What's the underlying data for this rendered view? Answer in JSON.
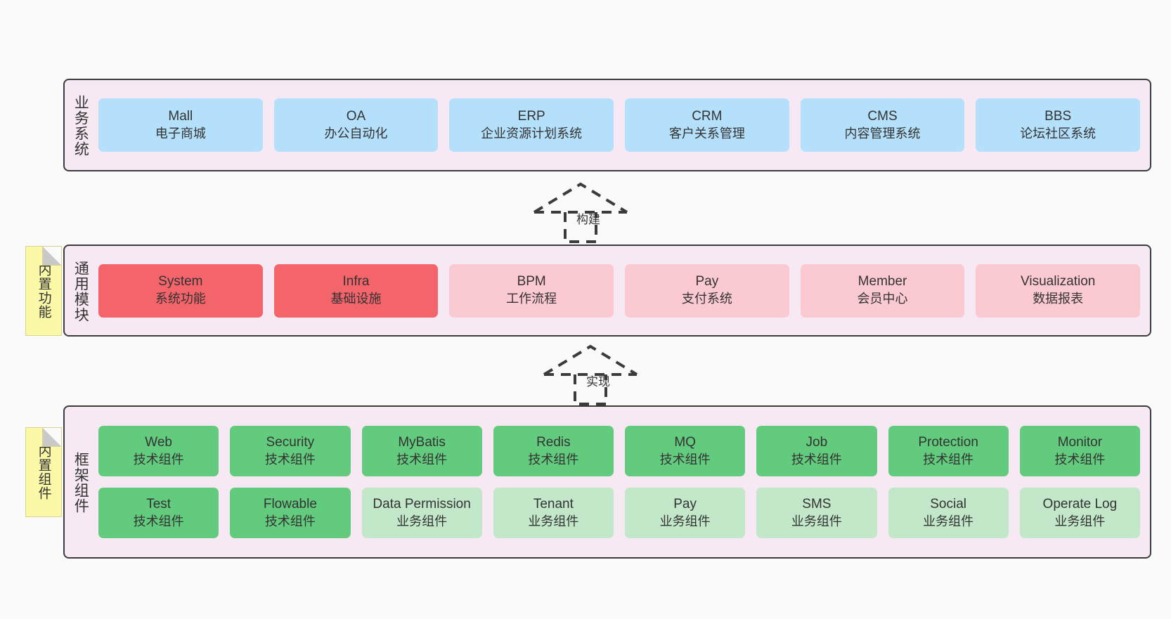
{
  "diagram": {
    "background": "#fafafa",
    "layer_fill": "#f7e9f3",
    "layer_border": "#3b3b3b",
    "sticky_fill": "#fbf8a8",
    "colors": {
      "business": "#b5e0fb",
      "module_core": "#f4646b",
      "module_optional": "#fbc9d1",
      "component_tech": "#63cb7e",
      "component_business": "#c2e8c9"
    }
  },
  "layers": [
    {
      "id": "business",
      "title": "业务系统",
      "rows": [
        {
          "cards": [
            {
              "en": "Mall",
              "cn": "电子商城",
              "style": "c-blue"
            },
            {
              "en": "OA",
              "cn": "办公自动化",
              "style": "c-blue"
            },
            {
              "en": "ERP",
              "cn": "企业资源计划系统",
              "style": "c-blue"
            },
            {
              "en": "CRM",
              "cn": "客户关系管理",
              "style": "c-blue"
            },
            {
              "en": "CMS",
              "cn": "内容管理系统",
              "style": "c-blue"
            },
            {
              "en": "BBS",
              "cn": "论坛社区系统",
              "style": "c-blue"
            }
          ]
        }
      ]
    },
    {
      "id": "common",
      "title": "通用模块",
      "sticky": "内置功能",
      "rows": [
        {
          "cards": [
            {
              "en": "System",
              "cn": "系统功能",
              "style": "c-red"
            },
            {
              "en": "Infra",
              "cn": "基础设施",
              "style": "c-red"
            },
            {
              "en": "BPM",
              "cn": "工作流程",
              "style": "c-pink"
            },
            {
              "en": "Pay",
              "cn": "支付系统",
              "style": "c-pink"
            },
            {
              "en": "Member",
              "cn": "会员中心",
              "style": "c-pink"
            },
            {
              "en": "Visualization",
              "cn": "数据报表",
              "style": "c-pink"
            }
          ]
        }
      ]
    },
    {
      "id": "framework",
      "title": "框架组件",
      "sticky": "内置组件",
      "rows": [
        {
          "cards": [
            {
              "en": "Web",
              "cn": "技术组件",
              "style": "c-green"
            },
            {
              "en": "Security",
              "cn": "技术组件",
              "style": "c-green"
            },
            {
              "en": "MyBatis",
              "cn": "技术组件",
              "style": "c-green"
            },
            {
              "en": "Redis",
              "cn": "技术组件",
              "style": "c-green"
            },
            {
              "en": "MQ",
              "cn": "技术组件",
              "style": "c-green"
            },
            {
              "en": "Job",
              "cn": "技术组件",
              "style": "c-green"
            },
            {
              "en": "Protection",
              "cn": "技术组件",
              "style": "c-green"
            },
            {
              "en": "Monitor",
              "cn": "技术组件",
              "style": "c-green"
            }
          ]
        },
        {
          "cards": [
            {
              "en": "Test",
              "cn": "技术组件",
              "style": "c-green"
            },
            {
              "en": "Flowable",
              "cn": "技术组件",
              "style": "c-green"
            },
            {
              "en": "Data Permission",
              "cn": "业务组件",
              "style": "c-green-light"
            },
            {
              "en": "Tenant",
              "cn": "业务组件",
              "style": "c-green-light"
            },
            {
              "en": "Pay",
              "cn": "业务组件",
              "style": "c-green-light"
            },
            {
              "en": "SMS",
              "cn": "业务组件",
              "style": "c-green-light"
            },
            {
              "en": "Social",
              "cn": "业务组件",
              "style": "c-green-light"
            },
            {
              "en": "Operate Log",
              "cn": "业务组件",
              "style": "c-green-light"
            }
          ]
        }
      ]
    }
  ],
  "arrows": [
    {
      "id": "build",
      "label": "构建"
    },
    {
      "id": "implement",
      "label": "实现"
    }
  ]
}
